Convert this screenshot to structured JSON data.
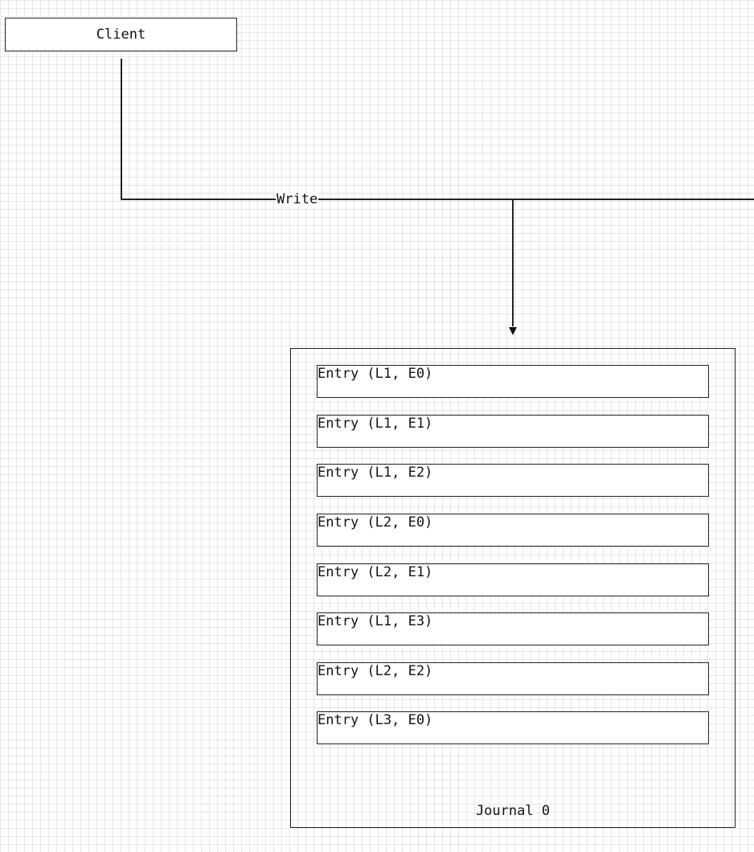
{
  "client": {
    "label": "Client"
  },
  "edge": {
    "label": "Write"
  },
  "journal": {
    "title": "Journal 0",
    "entries": [
      "Entry (L1, E0)",
      "Entry (L1, E1)",
      "Entry (L1, E2)",
      "Entry (L2, E0)",
      "Entry (L2, E1)",
      "Entry (L1, E3)",
      "Entry (L2, E2)",
      "Entry (L3, E0)"
    ]
  },
  "colors": {
    "stroke": "#222222",
    "grid": "#e6e6e6",
    "background": "#ffffff"
  }
}
